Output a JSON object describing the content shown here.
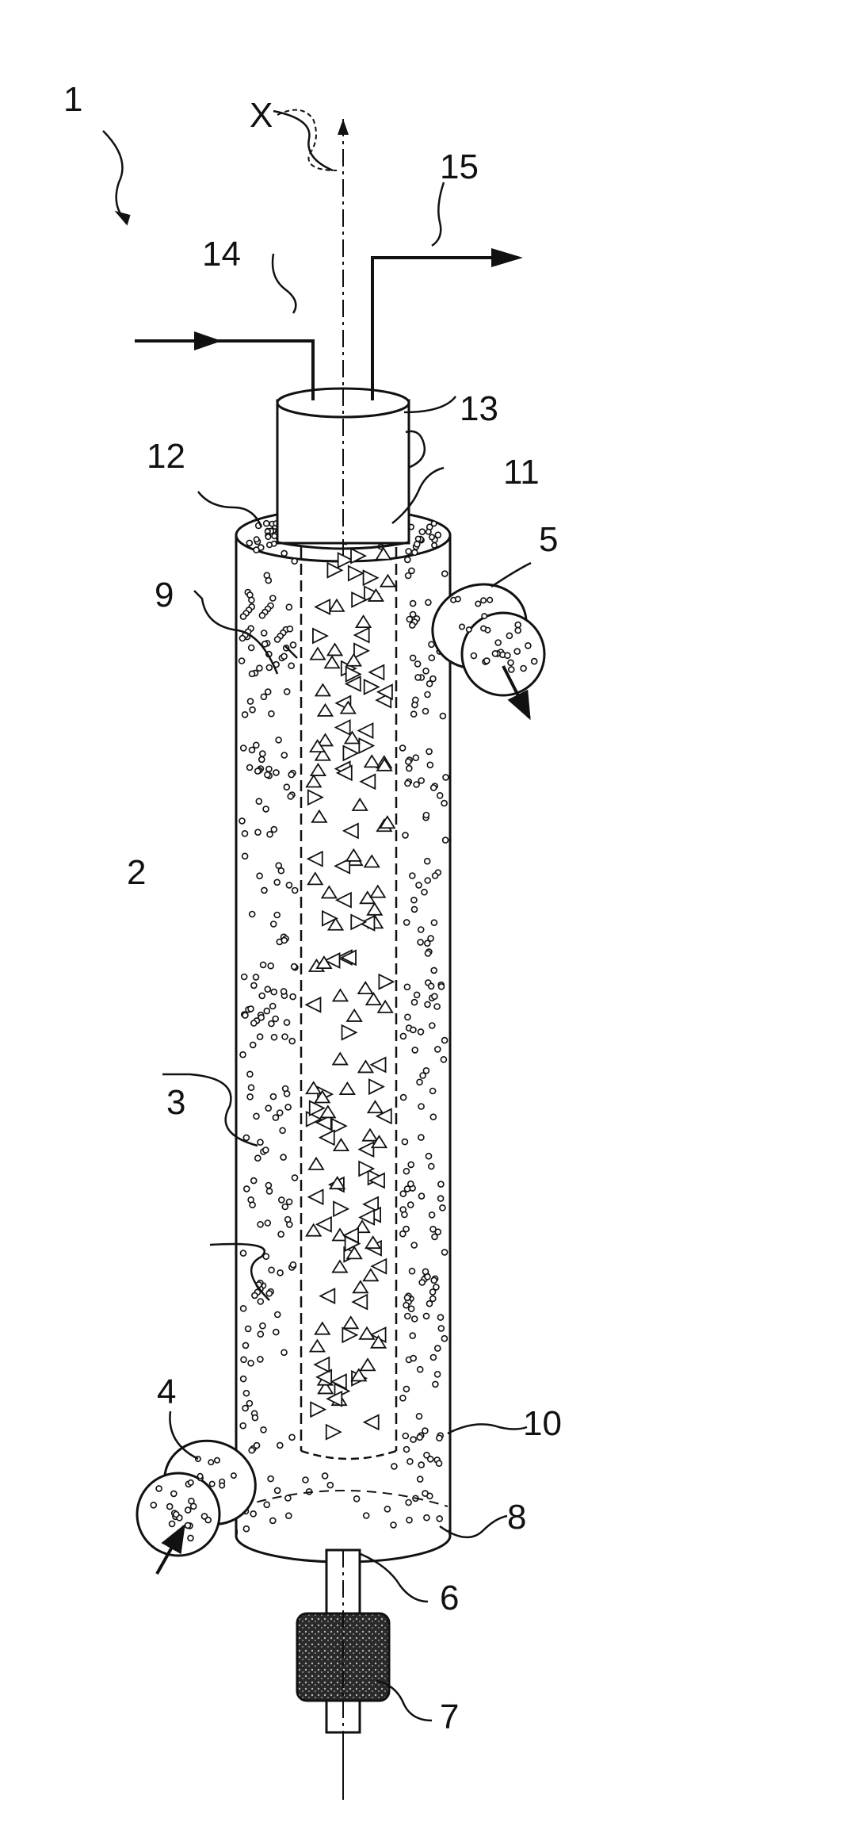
{
  "figure": {
    "axis_label": "X",
    "labels": [
      {
        "key": "device",
        "text": "1"
      },
      {
        "key": "outer_shell",
        "text": "2"
      },
      {
        "key": "outer_chamber",
        "text": "3"
      },
      {
        "key": "inlet_port",
        "text": "4"
      },
      {
        "key": "outlet_port",
        "text": "5"
      },
      {
        "key": "bottom_stem",
        "text": "6"
      },
      {
        "key": "bottom_cap",
        "text": "7"
      },
      {
        "key": "bottom_end",
        "text": "8"
      },
      {
        "key": "inner_wall",
        "text": "9"
      },
      {
        "key": "inner_bottom",
        "text": "10"
      },
      {
        "key": "top_right_end",
        "text": "11"
      },
      {
        "key": "top_left_end",
        "text": "12"
      },
      {
        "key": "top_tube",
        "text": "13"
      },
      {
        "key": "inflow_arrow",
        "text": "14"
      },
      {
        "key": "outflow_arrow",
        "text": "15"
      }
    ],
    "colors": {
      "ink": "#111111",
      "background": "#ffffff"
    }
  }
}
